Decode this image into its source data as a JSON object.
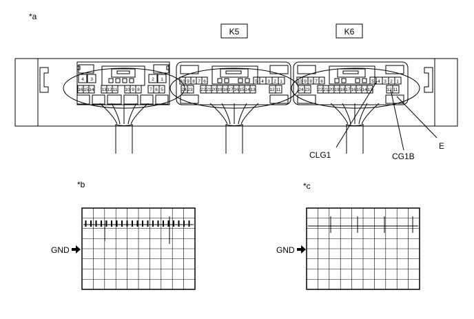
{
  "figure_tags": {
    "a": "*a",
    "b": "*b",
    "c": "*c"
  },
  "connectors": {
    "k5": {
      "name": "K5"
    },
    "k6": {
      "name": "K6"
    }
  },
  "callouts": {
    "clg1": "CLG1",
    "cg1b": "CG1B",
    "e": "E"
  },
  "scope": {
    "gnd_label": "GND"
  },
  "left_connector": {
    "row1": [
      {
        "text": "4"
      },
      {
        "text": "3"
      },
      {
        "text": "2"
      },
      {
        "text": "1"
      }
    ],
    "row2": [
      {
        "text": "16"
      },
      {
        "text": "15"
      },
      {
        "text": "14"
      },
      {
        "text": "13"
      },
      {
        "text": "12"
      },
      {
        "text": "11"
      },
      {
        "text": "10"
      },
      {
        "text": "9"
      },
      {
        "text": "8"
      },
      {
        "text": "7"
      },
      {
        "text": "6"
      },
      {
        "text": "5"
      }
    ]
  },
  "k5_pins": {
    "row1": [
      {
        "text": "10"
      },
      {
        "text": "9"
      },
      {
        "text": "8"
      },
      {
        "text": "7"
      },
      {
        "text": "6"
      },
      {
        "text": "5"
      },
      {
        "text": "4"
      },
      {
        "text": "3"
      },
      {
        "text": "2"
      },
      {
        "text": "1"
      }
    ],
    "row2": [
      {
        "text": "24"
      },
      {
        "text": "23"
      },
      {
        "text": "22"
      },
      {
        "text": "21"
      },
      {
        "text": "20"
      },
      {
        "text": "19"
      },
      {
        "text": "18"
      },
      {
        "text": "17"
      },
      {
        "text": "16"
      },
      {
        "text": "15"
      },
      {
        "text": "14"
      },
      {
        "text": "13"
      },
      {
        "text": "12"
      },
      {
        "text": "11"
      }
    ]
  },
  "k6_pins": {
    "row1": [
      {
        "text": "10"
      },
      {
        "text": "9"
      },
      {
        "text": "8"
      },
      {
        "text": "7"
      },
      {
        "text": "6"
      },
      {
        "text": "5"
      },
      {
        "text": "4"
      },
      {
        "text": "3"
      },
      {
        "text": "2"
      },
      {
        "text": "1"
      }
    ],
    "row2": [
      {
        "text": "24"
      },
      {
        "text": "23"
      },
      {
        "text": "22"
      },
      {
        "text": "21"
      },
      {
        "text": "20"
      },
      {
        "text": "19"
      },
      {
        "text": "18"
      },
      {
        "text": "17"
      },
      {
        "text": "16"
      },
      {
        "text": "15"
      },
      {
        "text": "14"
      },
      {
        "text": "13"
      },
      {
        "text": "12"
      },
      {
        "text": "11"
      }
    ]
  }
}
